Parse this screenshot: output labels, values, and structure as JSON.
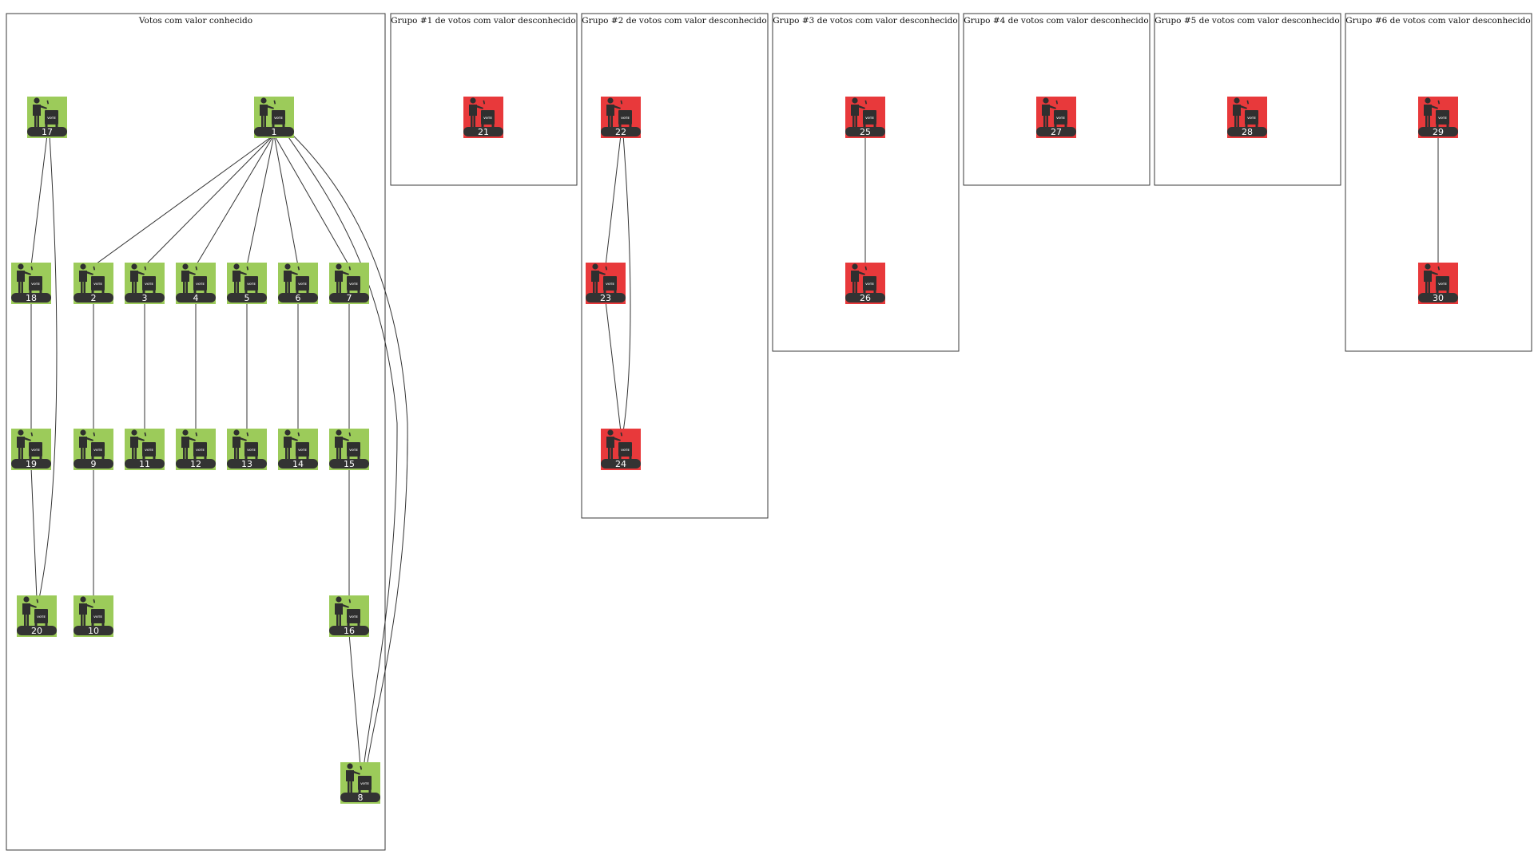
{
  "colors": {
    "known": "#9ccb5a",
    "unknown": "#e8393b",
    "label_bar": "#333333",
    "figure": "#2f2f2f"
  },
  "icon_name": "voter-ballot-box-icon",
  "ballot_text": "VOTE",
  "clusters": [
    {
      "id": "known",
      "title": "Votos com valor conhecido"
    },
    {
      "id": "g1",
      "title": "Grupo #1 de votos com valor desconhecido"
    },
    {
      "id": "g2",
      "title": "Grupo #2 de votos com valor desconhecido"
    },
    {
      "id": "g3",
      "title": "Grupo #3 de votos com valor desconhecido"
    },
    {
      "id": "g4",
      "title": "Grupo #4 de votos com valor desconhecido"
    },
    {
      "id": "g5",
      "title": "Grupo #5 de votos com valor desconhecido"
    },
    {
      "id": "g6",
      "title": "Grupo #6 de votos com valor desconhecido"
    }
  ],
  "nodes": [
    {
      "id": "1",
      "label": "1",
      "status": "known",
      "cluster": "known"
    },
    {
      "id": "2",
      "label": "2",
      "status": "known",
      "cluster": "known"
    },
    {
      "id": "3",
      "label": "3",
      "status": "known",
      "cluster": "known"
    },
    {
      "id": "4",
      "label": "4",
      "status": "known",
      "cluster": "known"
    },
    {
      "id": "5",
      "label": "5",
      "status": "known",
      "cluster": "known"
    },
    {
      "id": "6",
      "label": "6",
      "status": "known",
      "cluster": "known"
    },
    {
      "id": "7",
      "label": "7",
      "status": "known",
      "cluster": "known"
    },
    {
      "id": "8",
      "label": "8",
      "status": "known",
      "cluster": "known"
    },
    {
      "id": "9",
      "label": "9",
      "status": "known",
      "cluster": "known"
    },
    {
      "id": "10",
      "label": "10",
      "status": "known",
      "cluster": "known"
    },
    {
      "id": "11",
      "label": "11",
      "status": "known",
      "cluster": "known"
    },
    {
      "id": "12",
      "label": "12",
      "status": "known",
      "cluster": "known"
    },
    {
      "id": "13",
      "label": "13",
      "status": "known",
      "cluster": "known"
    },
    {
      "id": "14",
      "label": "14",
      "status": "known",
      "cluster": "known"
    },
    {
      "id": "15",
      "label": "15",
      "status": "known",
      "cluster": "known"
    },
    {
      "id": "16",
      "label": "16",
      "status": "known",
      "cluster": "known"
    },
    {
      "id": "17",
      "label": "17",
      "status": "known",
      "cluster": "known"
    },
    {
      "id": "18",
      "label": "18",
      "status": "known",
      "cluster": "known"
    },
    {
      "id": "19",
      "label": "19",
      "status": "known",
      "cluster": "known"
    },
    {
      "id": "20",
      "label": "20",
      "status": "known",
      "cluster": "known"
    },
    {
      "id": "21",
      "label": "21",
      "status": "unknown",
      "cluster": "g1"
    },
    {
      "id": "22",
      "label": "22",
      "status": "unknown",
      "cluster": "g2"
    },
    {
      "id": "23",
      "label": "23",
      "status": "unknown",
      "cluster": "g2"
    },
    {
      "id": "24",
      "label": "24",
      "status": "unknown",
      "cluster": "g2"
    },
    {
      "id": "25",
      "label": "25",
      "status": "unknown",
      "cluster": "g3"
    },
    {
      "id": "26",
      "label": "26",
      "status": "unknown",
      "cluster": "g3"
    },
    {
      "id": "27",
      "label": "27",
      "status": "unknown",
      "cluster": "g4"
    },
    {
      "id": "28",
      "label": "28",
      "status": "unknown",
      "cluster": "g5"
    },
    {
      "id": "29",
      "label": "29",
      "status": "unknown",
      "cluster": "g6"
    },
    {
      "id": "30",
      "label": "30",
      "status": "unknown",
      "cluster": "g6"
    }
  ],
  "edges": [
    [
      "1",
      "2"
    ],
    [
      "1",
      "3"
    ],
    [
      "1",
      "4"
    ],
    [
      "1",
      "5"
    ],
    [
      "1",
      "6"
    ],
    [
      "1",
      "7"
    ],
    [
      "1",
      "8"
    ],
    [
      "1",
      "8"
    ],
    [
      "2",
      "9"
    ],
    [
      "3",
      "11"
    ],
    [
      "4",
      "12"
    ],
    [
      "5",
      "13"
    ],
    [
      "6",
      "14"
    ],
    [
      "7",
      "15"
    ],
    [
      "9",
      "10"
    ],
    [
      "15",
      "16"
    ],
    [
      "16",
      "8"
    ],
    [
      "17",
      "18"
    ],
    [
      "17",
      "20"
    ],
    [
      "18",
      "19"
    ],
    [
      "19",
      "20"
    ],
    [
      "22",
      "23"
    ],
    [
      "22",
      "24"
    ],
    [
      "23",
      "24"
    ],
    [
      "25",
      "26"
    ],
    [
      "29",
      "30"
    ]
  ]
}
